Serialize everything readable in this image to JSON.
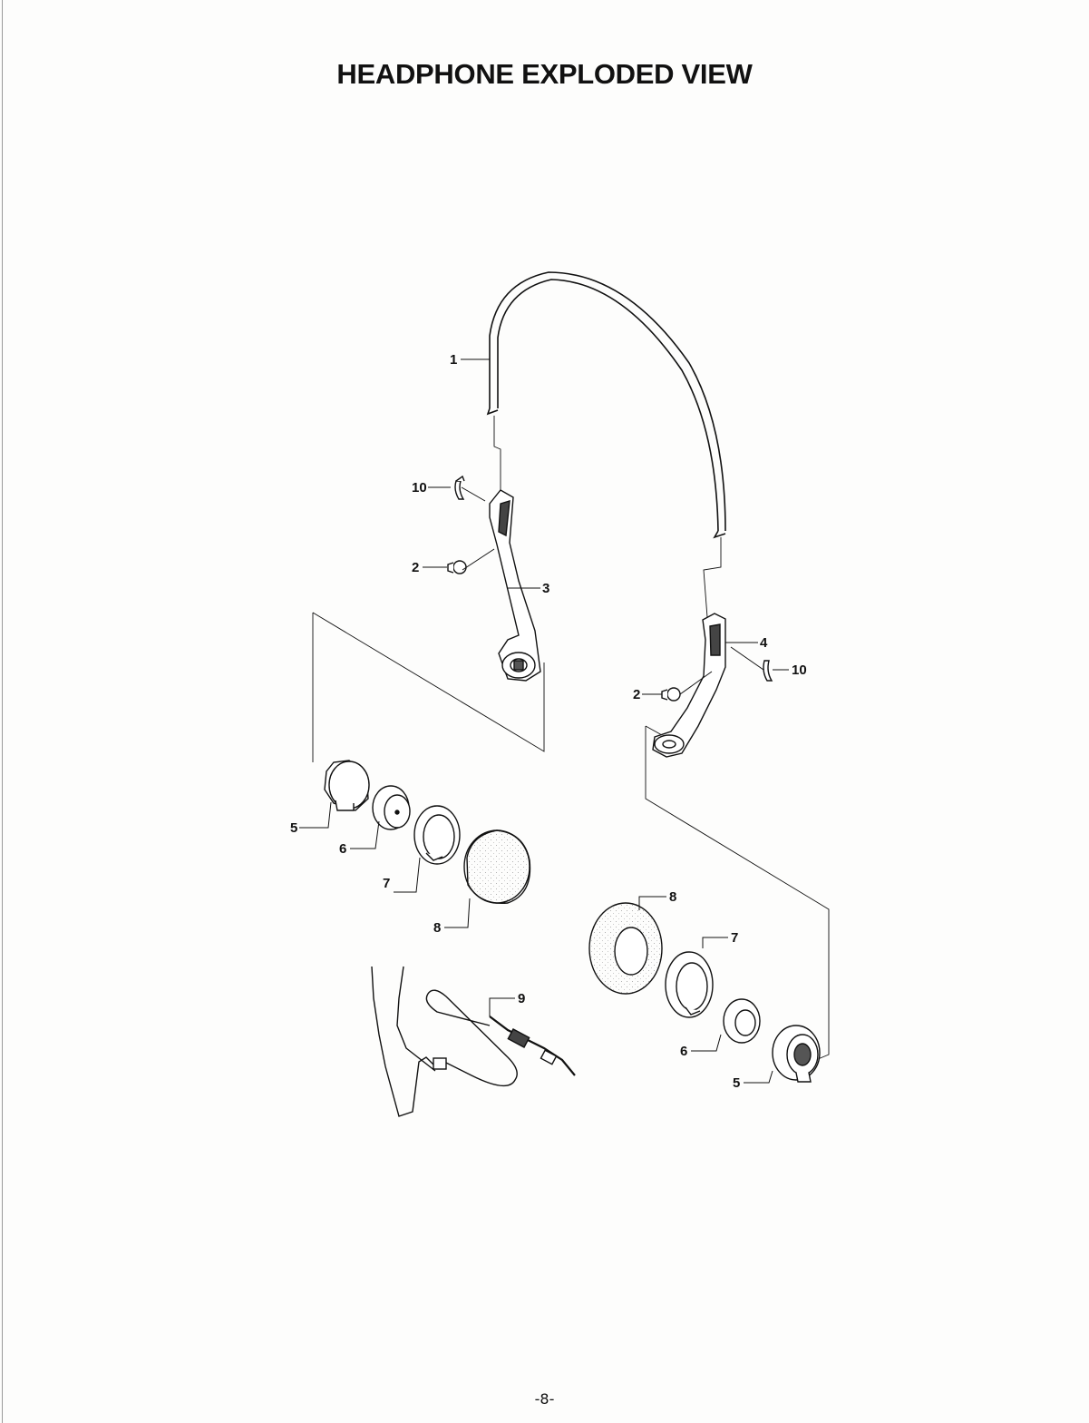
{
  "document": {
    "title": "HEADPHONE EXPLODED VIEW",
    "page_number": "-8-"
  },
  "callouts": {
    "headband": "1",
    "cap_left": "2",
    "cap_right": "2",
    "arm_left": "3",
    "arm_right": "4",
    "housing_left": "5",
    "housing_right": "5",
    "driver_left": "6",
    "driver_right": "6",
    "ring_left": "7",
    "ring_right": "7",
    "pad_left": "8",
    "pad_right": "8",
    "cord": "9",
    "clip_left": "10",
    "clip_right": "10"
  }
}
